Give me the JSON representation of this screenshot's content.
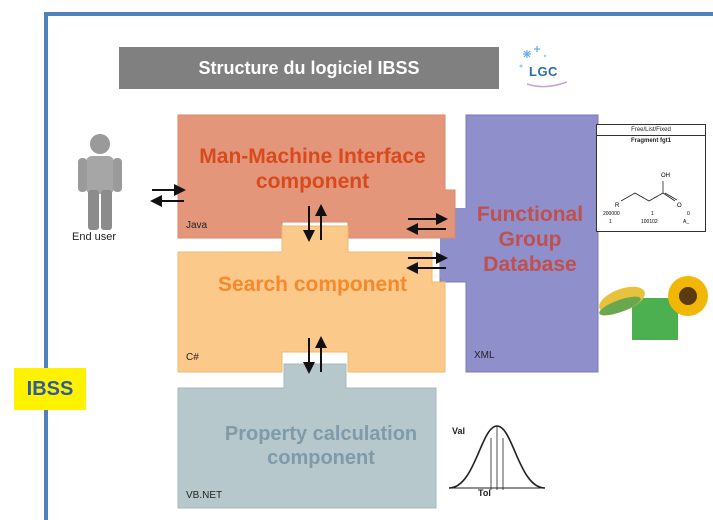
{
  "title": "Structure du logiciel IBSS",
  "logo": {
    "text": "LGC",
    "color": "#2b6cb0"
  },
  "end_user": {
    "label": "End user",
    "icon": "person-icon"
  },
  "components": {
    "mmi": {
      "title": "Man-Machine Interface component",
      "language": "Java",
      "fill": "#e4967a"
    },
    "search": {
      "title": "Search component",
      "language": "C#",
      "fill": "#fbc98a"
    },
    "property": {
      "title": "Property calculation component",
      "language": "VB.NET",
      "fill": "#b7c8cd"
    },
    "database": {
      "title": "Functional Group Database",
      "language": "XML",
      "fill": "#8f8fcc"
    }
  },
  "badge": {
    "text": "IBSS",
    "bg": "#fff200",
    "color": "#2e5c9a"
  },
  "chem_card": {
    "header": "Free/List/Fixed",
    "fragment": "Fragment fgt1",
    "atom_labels": [
      "OH",
      "O",
      "R"
    ],
    "matrix_left": [
      "200000",
      "1"
    ],
    "matrix_mid": [
      "1",
      "100102"
    ],
    "matrix_right": [
      "0",
      "A_"
    ]
  },
  "gauss": {
    "val_label": "Val",
    "tol_label": "Tol"
  },
  "frame_color": "#4f81bd"
}
